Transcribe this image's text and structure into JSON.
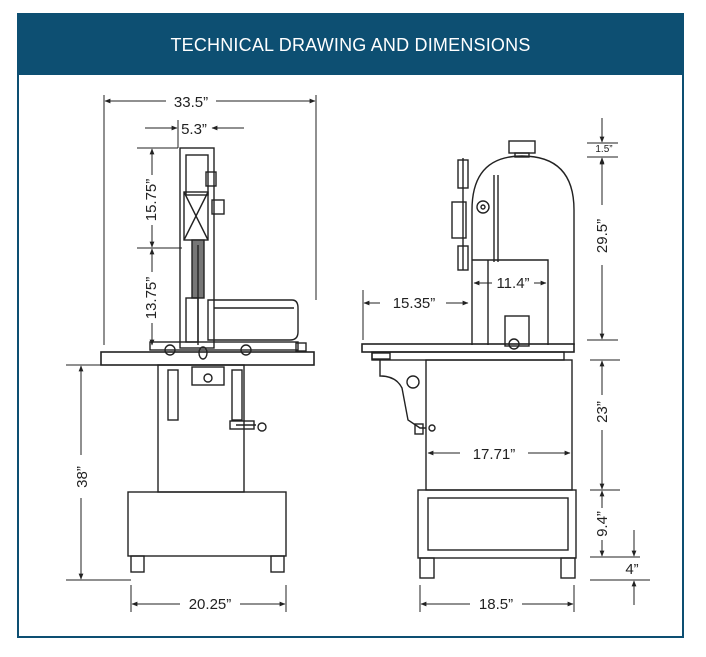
{
  "header": {
    "title": "TECHNICAL DRAWING AND DIMENSIONS"
  },
  "colors": {
    "header_bg": "#0d4f72",
    "header_text": "#ffffff",
    "line": "#222222"
  },
  "front_view": {
    "overall_width": "33.5”",
    "blade_guide_width": "5.3”",
    "cut_height": "15.75”",
    "lower_height": "13.75”",
    "table_height": "38”",
    "base_width": "20.25”"
  },
  "side_view": {
    "top_knob": "1.5”",
    "upper_height": "29.5”",
    "throat": "11.4”",
    "table_depth": "15.35”",
    "cabinet_height": "23”",
    "cabinet_depth": "17.71”",
    "base_height": "9.4”",
    "leg_height": "4”",
    "base_depth": "18.5”"
  }
}
